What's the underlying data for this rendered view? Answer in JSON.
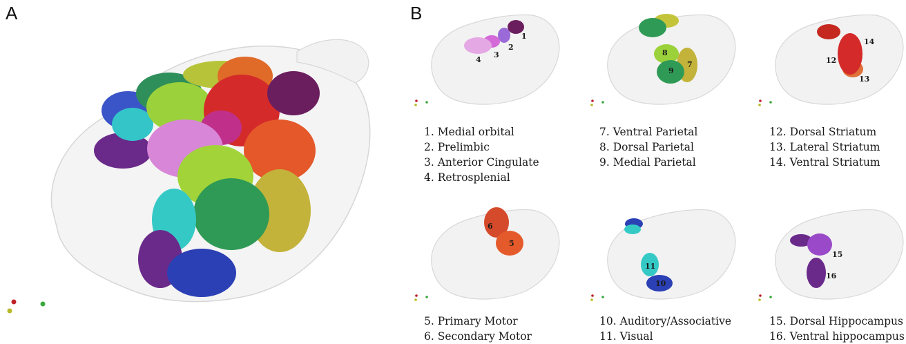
{
  "panels": {
    "a_label": "A",
    "b_label": "B"
  },
  "numbers": {
    "n1": "1",
    "n2": "2",
    "n3": "3",
    "n4": "4",
    "n5": "5",
    "n6": "6",
    "n7": "7",
    "n8": "8",
    "n9": "9",
    "n10": "10",
    "n11": "11",
    "n12": "12",
    "n13": "13",
    "n14": "14",
    "n15": "15",
    "n16": "16"
  },
  "legends": {
    "group1": [
      "1. Medial orbital",
      "2. Prelimbic",
      "3. Anterior Cingulate",
      "4. Retrosplenial"
    ],
    "group2": [
      "7. Ventral Parietal",
      "8. Dorsal Parietal",
      "9. Medial Parietal"
    ],
    "group3": [
      "12. Dorsal Striatum",
      "13. Lateral Striatum",
      "14. Ventral Striatum"
    ],
    "group4": [
      "5. Primary Motor",
      "6. Secondary Motor"
    ],
    "group5": [
      "10. Auditory/Associative",
      "11. Visual"
    ],
    "group6": [
      "15. Dorsal Hippocampus",
      "16. Ventral hippocampus"
    ]
  }
}
